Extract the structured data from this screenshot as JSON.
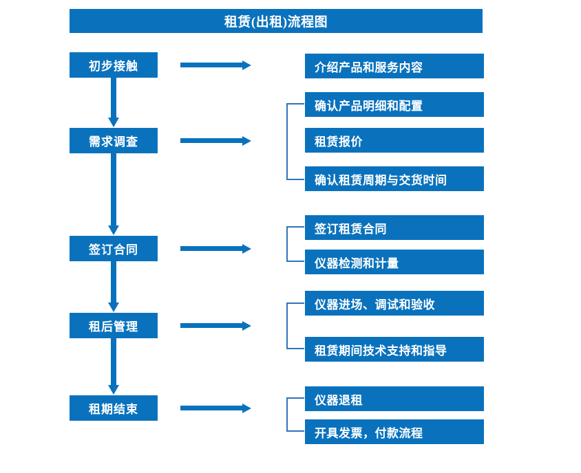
{
  "diagram": {
    "title": "租赁(出租)流程图",
    "accent_color": "#0a72bd",
    "bracket_color": "#2e75b6",
    "arrow_color": "#0a72bd",
    "background_color": "#ffffff",
    "type": "flowchart",
    "stages": [
      {
        "label": "初步接触",
        "details": [
          "介绍产品和服务内容"
        ],
        "bracketed": false
      },
      {
        "label": "需求调查",
        "details": [
          "确认产品明细和配置",
          "租赁报价",
          "确认租赁周期与交货时间"
        ],
        "bracketed": true
      },
      {
        "label": "签订合同",
        "details": [
          "签订租赁合同",
          "仪器检测和计量"
        ],
        "bracketed": true
      },
      {
        "label": "租后管理",
        "details": [
          "仪器进场、调试和验收",
          "租赁期间技术支持和指导"
        ],
        "bracketed": true
      },
      {
        "label": "租期结束",
        "details": [
          "仪器退租",
          "开具发票，付款流程"
        ],
        "bracketed": true
      }
    ]
  }
}
